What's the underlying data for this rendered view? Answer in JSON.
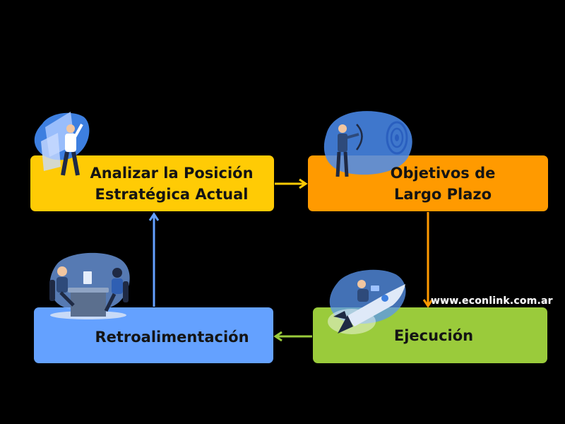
{
  "diagram": {
    "steps": [
      {
        "id": "analizar",
        "label": "Analizar la Posición\nEstratégica Actual",
        "color": "#ffcb05"
      },
      {
        "id": "objetivos",
        "label": "Objetivos de\nLargo Plazo",
        "color": "#ff9a00"
      },
      {
        "id": "ejecucion",
        "label": "Ejecución",
        "color": "#9acb3b"
      },
      {
        "id": "retro",
        "label": "Retroalimentación",
        "color": "#64a1ff"
      }
    ],
    "arrow_colors": {
      "analizar_to_objetivos": "#ffcb05",
      "objetivos_to_ejecucion": "#ff9a00",
      "ejecucion_to_retro": "#9acb3b",
      "retro_to_analizar": "#64a1ff"
    },
    "icons": [
      "strategy-analyst-icon",
      "archer-target-icon",
      "rocket-rider-icon",
      "meeting-table-icon"
    ]
  },
  "watermark": "www.econlink.com.ar"
}
